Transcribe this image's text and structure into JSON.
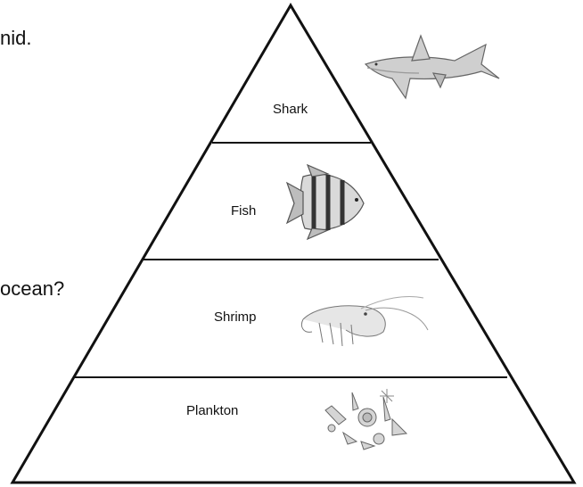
{
  "text_fragments": [
    "nid.",
    "ocean?"
  ],
  "pyramid": {
    "levels": [
      {
        "label": "Shark",
        "icon": "shark-icon"
      },
      {
        "label": "Fish",
        "icon": "fish-icon"
      },
      {
        "label": "Shrimp",
        "icon": "shrimp-icon"
      },
      {
        "label": "Plankton",
        "icon": "plankton-icon"
      }
    ]
  },
  "colors": {
    "line": "#111111",
    "drawing": "#777777"
  }
}
